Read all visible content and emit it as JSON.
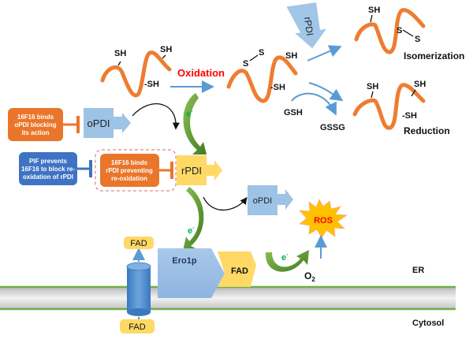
{
  "labels": {
    "sh": "SH",
    "dash_sh": "-SH",
    "s": "S",
    "oxidation": "Oxidation",
    "electron": "e",
    "electron_sup": "-",
    "isomerization": "Isomerization",
    "reduction": "Reduction",
    "gsh": "GSH",
    "gssg": "GSSG",
    "rpdi": "rPDI",
    "opdi": "oPDI",
    "ero1p": "Ero1p",
    "fad": "FAD",
    "ros": "ROS",
    "o2": "O",
    "o2_sub": "2",
    "er": "ER",
    "cytosol": "Cytosol"
  },
  "boxes": {
    "inhibit_opdi": [
      "16F16 binds",
      "oPDI blocking",
      "its action"
    ],
    "pif": [
      "PIF prevents",
      "16F16 to block re-",
      "oxidation of rPDI"
    ],
    "inhibit_rpdi": [
      "16F16 binds",
      "rPDI preventing",
      "re-oxidation"
    ]
  },
  "colors": {
    "protein": "#ED7D31",
    "oxidation": "#FF0000",
    "electron": "#00B050",
    "opdi_box": "#9DC3E6",
    "rpdi_box": "#FFD966",
    "orange_box": "#E9762B",
    "blue_box": "#3E73C4",
    "membrane_green": "#70AD47",
    "ros_star": "#FFC000",
    "ros_text": "#FF0000",
    "arrow_blue": "#5B9BD5",
    "curve_green": "#5E9A2E"
  }
}
